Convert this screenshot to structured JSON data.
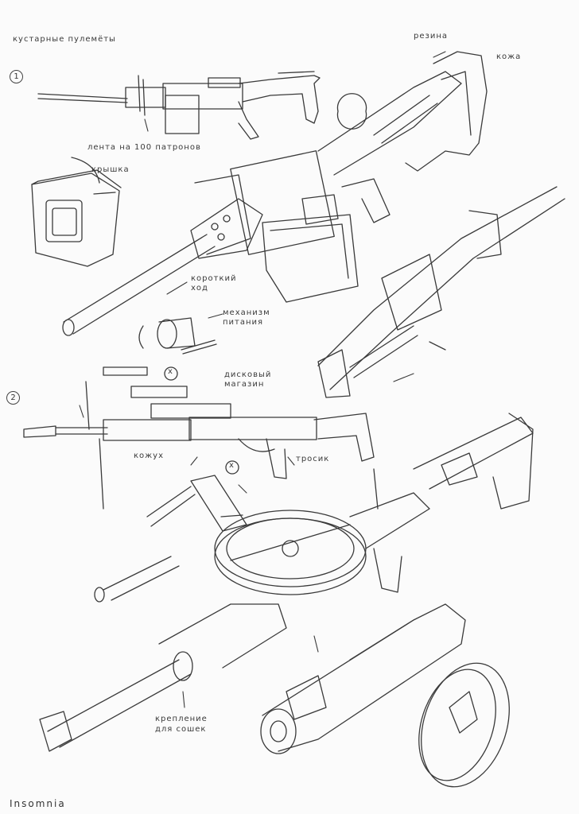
{
  "heading": "кустарные пулемёты",
  "section_numbers": [
    "1",
    "2"
  ],
  "labels": {
    "rubber": "резина",
    "leather": "кожа",
    "belt_box": "лента на 100 патронов",
    "lid": "крышка",
    "short_stroke": "короткий ход",
    "feed_mechanism": "механизм питания",
    "drum_magazine": "дисковый магазин",
    "shroud": "кожух",
    "cable": "тросик",
    "bipod_mount": "крепление для сошек"
  },
  "crossed_marks": [
    "x",
    "x"
  ],
  "signature": "Insomnia",
  "ink_color": "#3a3a3a"
}
